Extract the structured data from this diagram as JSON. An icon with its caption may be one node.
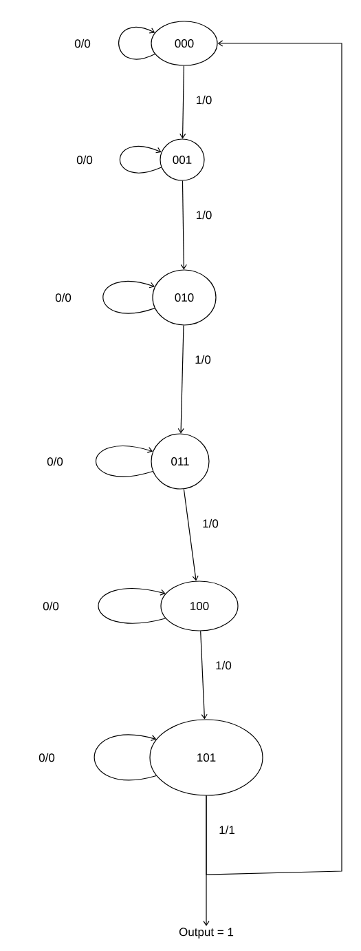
{
  "diagram": {
    "nodes": [
      {
        "text": [
          "000"
        ]
      },
      {
        "text": [
          "001"
        ]
      },
      {
        "text": [
          "010"
        ]
      },
      {
        "text": [
          "011"
        ]
      },
      {
        "text": [
          "100"
        ]
      },
      {
        "text": [
          "101"
        ]
      },
      {
        "text": [
          "Output = 1"
        ]
      }
    ],
    "edges": [
      {
        "from": 0,
        "to": 0,
        "arrow": "to",
        "label": "0/0"
      },
      {
        "from": 0,
        "to": 1,
        "arrow": "to",
        "label": "1/0"
      },
      {
        "from": 1,
        "to": 1,
        "arrow": "to",
        "label": "0/0"
      },
      {
        "from": 1,
        "to": 2,
        "arrow": "to",
        "label": "1/0"
      },
      {
        "from": 2,
        "to": 2,
        "arrow": "to",
        "label": "0/0"
      },
      {
        "from": 2,
        "to": 3,
        "arrow": "to",
        "label": "1/0"
      },
      {
        "from": 3,
        "to": 3,
        "arrow": "to",
        "label": "0/0"
      },
      {
        "from": 3,
        "to": 4,
        "arrow": "to",
        "label": "1/0"
      },
      {
        "from": 4,
        "to": 4,
        "arrow": "to",
        "label": "0/0"
      },
      {
        "from": 4,
        "to": 5,
        "arrow": "to",
        "label": "1/0"
      },
      {
        "from": 5,
        "to": 5,
        "arrow": "to",
        "label": "0/0"
      },
      {
        "from": 5,
        "to": 6,
        "arrow": "to",
        "label": "1/1"
      },
      {
        "from": 5,
        "to": 0,
        "arrow": "to"
      }
    ]
  }
}
